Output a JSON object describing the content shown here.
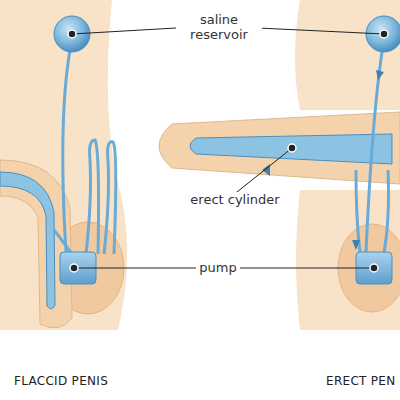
{
  "diagram": {
    "labels": [
      "saline reservoir",
      "erect cylinder",
      "pump",
      "FLACCID PENIS",
      "ERECT PEN"
    ]
  }
}
